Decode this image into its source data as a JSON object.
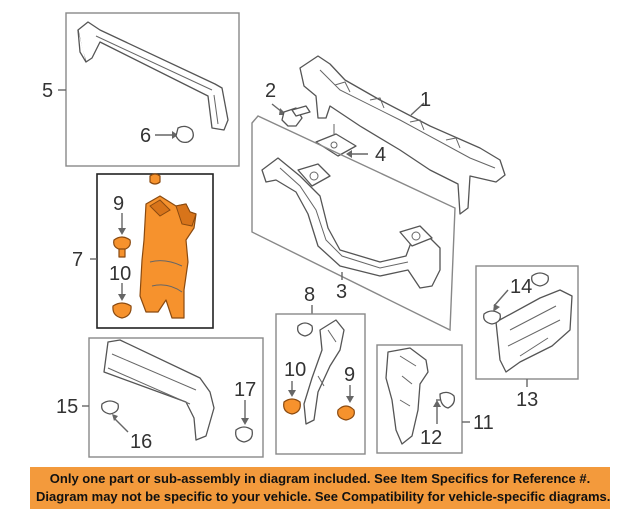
{
  "callouts": {
    "c1": "1",
    "c2": "2",
    "c3": "3",
    "c4": "4",
    "c5": "5",
    "c6": "6",
    "c7": "7",
    "c8": "8",
    "c9a": "9",
    "c9b": "9",
    "c10a": "10",
    "c10b": "10",
    "c11": "11",
    "c12": "12",
    "c13": "13",
    "c14": "14",
    "c15": "15",
    "c16": "16",
    "c17": "17"
  },
  "colors": {
    "highlight": "#f6922d",
    "banner": "#f39a3c"
  },
  "banner": {
    "line1": "Only one part or sub-assembly in diagram included. See Item Specifics for Reference #.",
    "line2": "Diagram may not be specific to your vehicle. See Compatibility for vehicle-specific diagrams."
  }
}
